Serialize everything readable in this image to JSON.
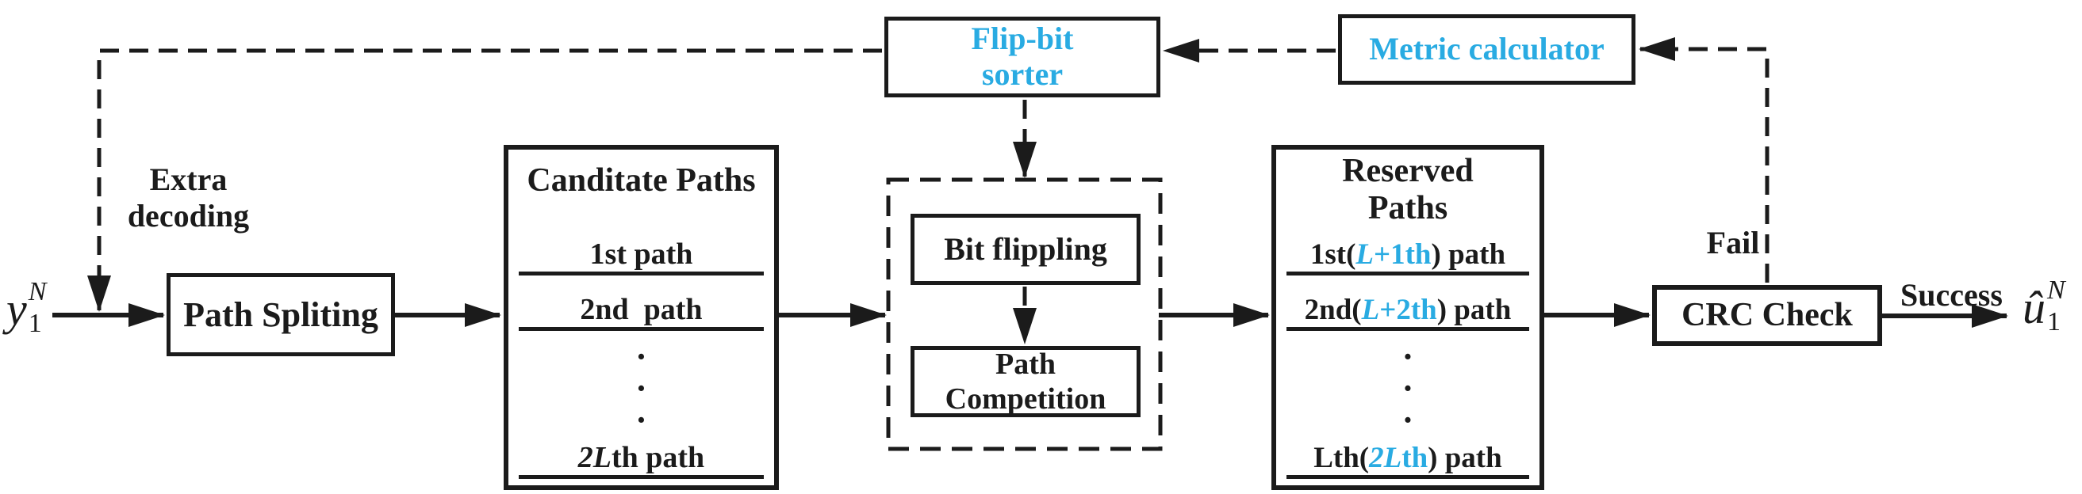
{
  "colors": {
    "accent": "#29ABE2",
    "ink": "#1b1b1b"
  },
  "labels": {
    "extra_decoding": "Extra\ndecoding",
    "fail": "Fail",
    "success": "Success",
    "input": {
      "base": "y",
      "sup": "N",
      "sub": "1"
    },
    "output": {
      "base": "û",
      "sup": "N",
      "sub": "1"
    }
  },
  "blocks": {
    "flip_bit_sorter": {
      "label": "Flip-bit\nsorter"
    },
    "metric_calculator": {
      "label": "Metric calculator"
    },
    "path_splitting": {
      "label": "Path Spliting"
    },
    "bit_flipping": {
      "label": "Bit flippling"
    },
    "path_competition": {
      "label": "Path\nCompetition"
    },
    "crc_check": {
      "label": "CRC Check"
    }
  },
  "candidate_paths": {
    "title": "Canditate Paths",
    "rows": [
      {
        "segments": [
          {
            "t": "1st path"
          }
        ]
      },
      {
        "segments": [
          {
            "t": "2nd  path"
          }
        ]
      },
      {
        "segments": [
          {
            "t": "2L"
          },
          {
            "t": "th path"
          }
        ]
      }
    ],
    "dots": "·\n·\n·"
  },
  "reserved_paths": {
    "title": "Reserved\nPaths",
    "rows": [
      {
        "segments": [
          {
            "t": "1st("
          },
          {
            "t": "L"
          },
          {
            "t": "+1th"
          },
          {
            "t": ") path"
          }
        ]
      },
      {
        "segments": [
          {
            "t": "2nd("
          },
          {
            "t": "L"
          },
          {
            "t": "+2th"
          },
          {
            "t": ") path"
          }
        ]
      },
      {
        "segments": [
          {
            "t": "Lth("
          },
          {
            "t": "2L"
          },
          {
            "t": "th"
          },
          {
            "t": ") path"
          }
        ]
      }
    ],
    "dots": "·\n·\n·"
  }
}
